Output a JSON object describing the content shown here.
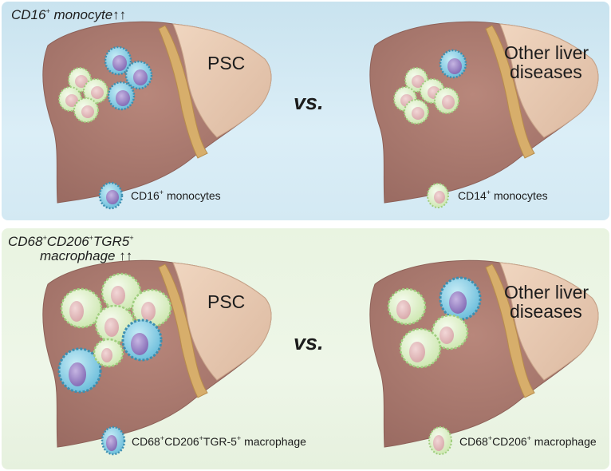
{
  "top_panel": {
    "caption": {
      "main": "CD16",
      "sup": "+",
      "rest": " monocyte↑↑"
    },
    "left_organ_label": "PSC",
    "vs_label": "vs.",
    "right_organ_label_line1": "Other liver",
    "right_organ_label_line2": "diseases",
    "legend_left": {
      "a": "CD16",
      "sup": "+",
      "b": " monocytes"
    },
    "legend_right": {
      "a": "CD14",
      "sup": "+",
      "b": " monocytes"
    }
  },
  "bottom_panel": {
    "caption_line1": {
      "a": "CD68",
      "s1": "+",
      "b": "CD206",
      "s2": "+",
      "c": "TGR5",
      "s3": "+"
    },
    "caption_line2": "macrophage ↑↑",
    "left_organ_label": "PSC",
    "vs_label": "vs.",
    "right_organ_label_line1": "Other liver",
    "right_organ_label_line2": "diseases",
    "legend_left": {
      "a": "CD68",
      "s1": "+",
      "b": "CD206",
      "s2": "+",
      "c": "TGR-5",
      "s3": "+",
      "d": " macrophage"
    },
    "legend_right": {
      "a": "CD68",
      "s1": "+",
      "b": "CD206",
      "s2": "+",
      "c": " macrophage"
    }
  },
  "colors": {
    "top_background": "#d5eaf4",
    "bottom_background": "#ebf5e4",
    "liver_body": "#a9786f",
    "liver_lobe": "#e8c9b2",
    "ligament": "#d7ae6b",
    "blue_cell": "#8ed0e6",
    "green_cell": "#e6f4d3",
    "nucleus": "#9b82be"
  }
}
